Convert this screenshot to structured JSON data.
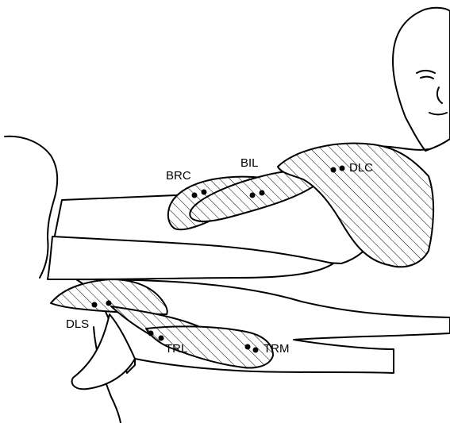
{
  "labels": {
    "brc": "BRC",
    "bil": "BIL",
    "dlc": "DLC",
    "dls": "DLS",
    "trl": "TRL",
    "trm": "TRM"
  },
  "colors": {
    "line": "#000000",
    "background": "#ffffff"
  }
}
